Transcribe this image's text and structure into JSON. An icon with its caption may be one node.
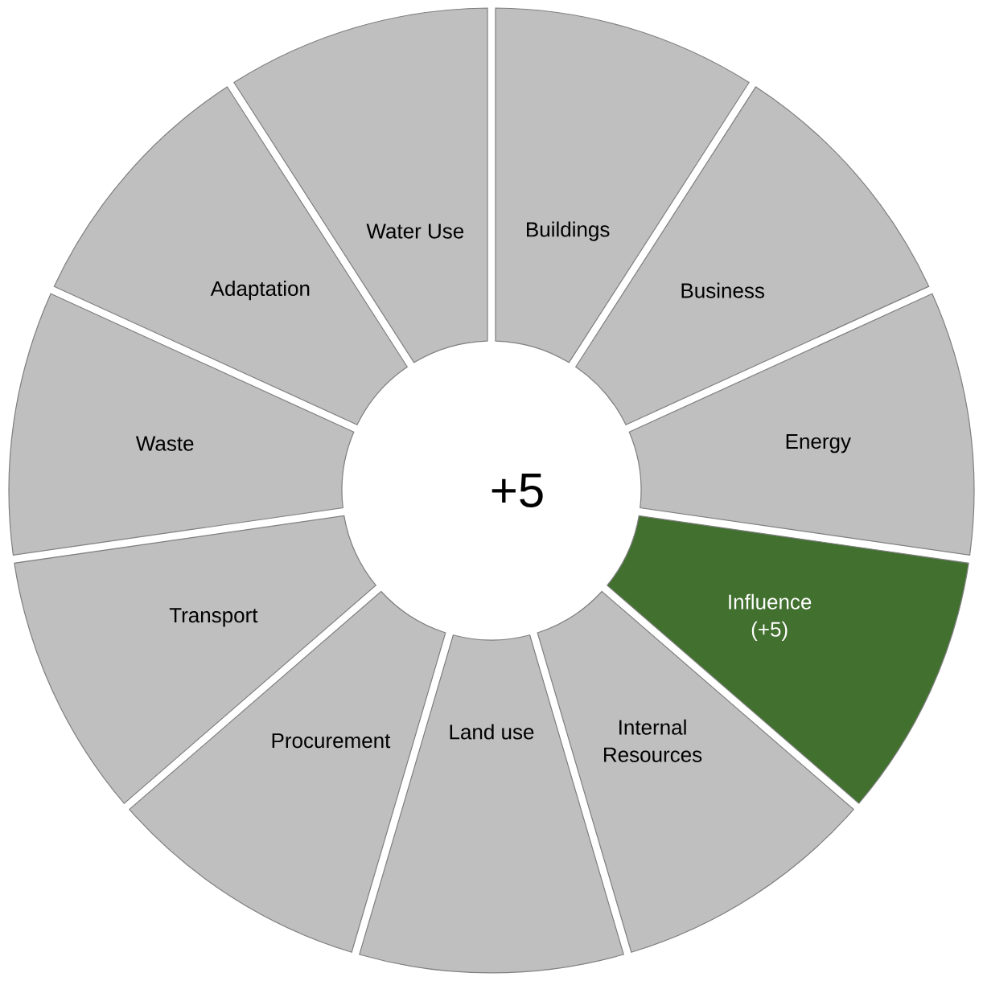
{
  "diagram": {
    "nodes": [
      {
        "text": [
          "+5"
        ]
      },
      {
        "text": [
          "Buildings"
        ]
      },
      {
        "text": [
          "Business"
        ]
      },
      {
        "text": [
          "Energy"
        ]
      },
      {
        "text": [
          "Influence (+5)"
        ]
      },
      {
        "text": [
          "Internal Resources"
        ]
      },
      {
        "text": [
          "Land use"
        ]
      },
      {
        "text": [
          "Procurement"
        ]
      },
      {
        "text": [
          "Transport"
        ]
      },
      {
        "text": [
          "Waste"
        ]
      },
      {
        "text": [
          "Adaptation"
        ]
      },
      {
        "text": [
          "Water Use"
        ]
      }
    ]
  }
}
